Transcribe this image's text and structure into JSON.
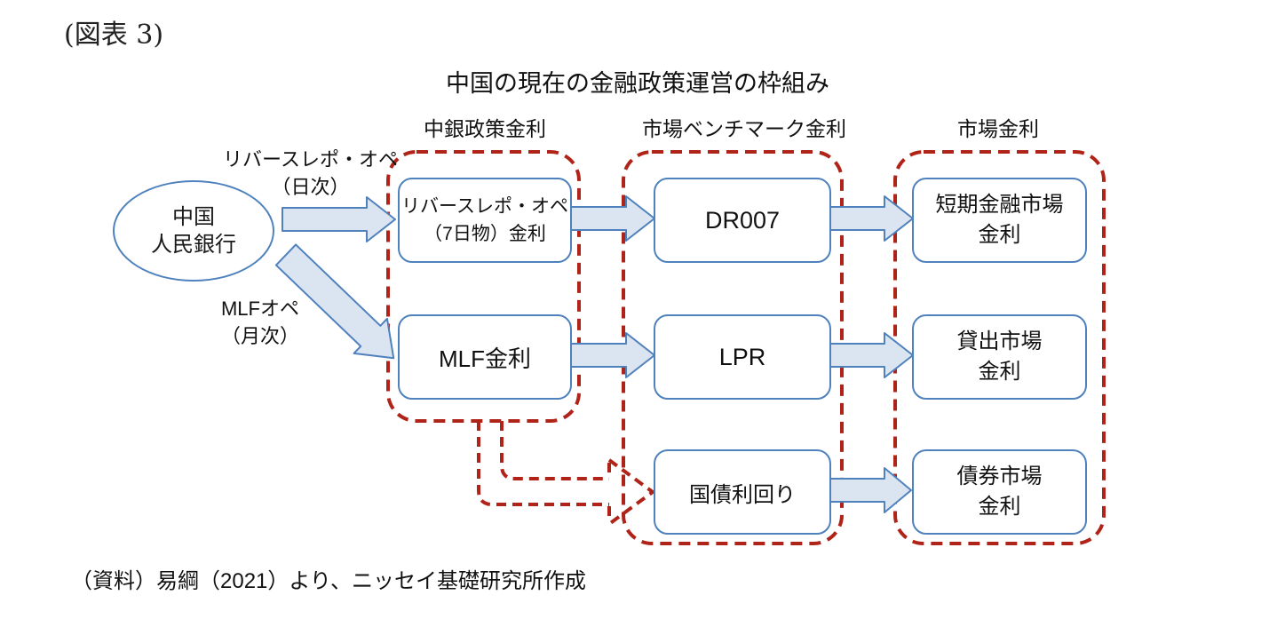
{
  "figure_label": "(図表 3)",
  "title": "中国の現在の金融政策運営の枠組み",
  "column_headers": [
    "中銀政策金利",
    "市場ベンチマーク金利",
    "市場金利"
  ],
  "source_node": {
    "label": "中国\n人民銀行"
  },
  "flow_labels": {
    "reverse_repo": "リバースレポ・オペ\n（日次）",
    "mlf": "MLFオペ\n（月次）"
  },
  "boxes": {
    "policy_rates": [
      {
        "label": "リバースレポ・オペ\n（7日物）金利"
      },
      {
        "label": "MLF金利"
      }
    ],
    "benchmark_rates": [
      {
        "label": "DR007"
      },
      {
        "label": "LPR"
      },
      {
        "label": "国債利回り"
      }
    ],
    "market_rates": [
      {
        "label": "短期金融市場\n金利"
      },
      {
        "label": "貸出市場\n金利"
      },
      {
        "label": "債券市場\n金利"
      }
    ]
  },
  "footer": "（資料）易綱（2021）より、ニッセイ基礎研究所作成",
  "colors": {
    "accent_blue": "#4f81bd",
    "arrow_fill": "#dbe5f1",
    "group_outline_red": "#b02318",
    "text": "#1a1a1a"
  }
}
